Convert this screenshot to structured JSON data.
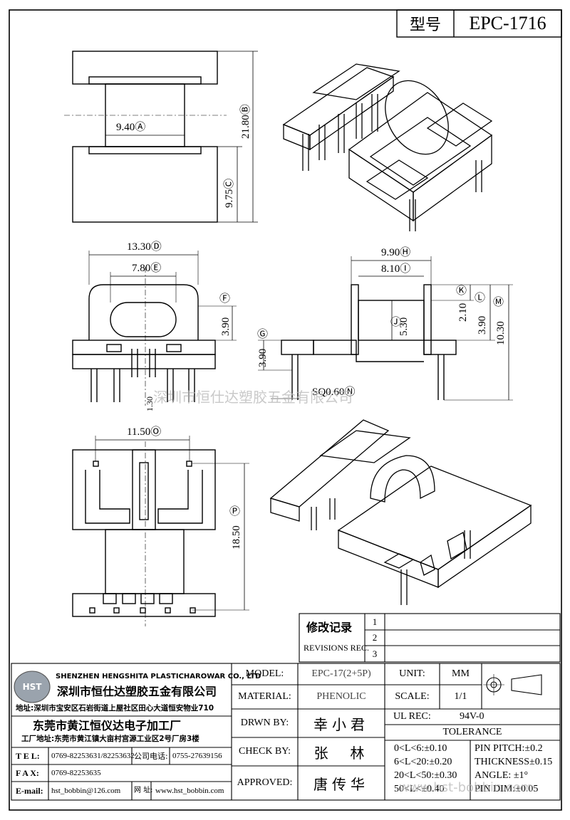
{
  "header": {
    "type_label": "型号",
    "model_code": "EPC-1716"
  },
  "dims": {
    "a": "9.40",
    "a_tag": "Ⓐ",
    "b": "21.80",
    "b_tag": "Ⓑ",
    "c": "9.75",
    "c_tag": "Ⓒ",
    "d": "13.30",
    "d_tag": "Ⓓ",
    "e": "7.80",
    "e_tag": "Ⓔ",
    "f_tag": "Ⓕ",
    "f": "3.90",
    "g_tag": "Ⓖ",
    "g": "3.90",
    "h": "9.90",
    "h_tag": "Ⓗ",
    "i": "8.10",
    "i_tag": "Ⓘ",
    "j_tag": "Ⓙ",
    "j": "5.30",
    "k_tag": "Ⓚ",
    "k": "2.10",
    "l_tag": "Ⓛ",
    "l": "3.90",
    "m_tag": "Ⓜ",
    "m": "10.30",
    "n": "SQ0.60",
    "n_tag": "Ⓝ",
    "o": "11.50",
    "o_tag": "Ⓞ",
    "p_tag": "Ⓟ",
    "p": "18.50",
    "small": "1.30"
  },
  "watermark": "深圳市恒仕达塑胶五金有限公司",
  "watermark2": "www.hst-bobbin.com",
  "revisions": {
    "title": "修改记录",
    "subtitle": "REVISIONS REC.",
    "rows": [
      "1",
      "2",
      "3"
    ]
  },
  "company": {
    "logo": "HST",
    "name_en": "SHENZHEN HENGSHITA PLASTICHAROWAR CO., LTD",
    "name_cn": "深圳市恒仕达塑胶五金有限公司",
    "address": "地址:深圳市宝安区石岩街道上屋社区田心大道恒安物业710",
    "factory": "东莞市黄江恒仪达电子加工厂",
    "factory_address": "工厂地址:东莞市黄江镇大亩村宫源工业区2号厂房3楼",
    "tel_label": "T E L:",
    "tel": "0769-82253631/82253632",
    "company_tel_label": "公司电话:",
    "company_tel": "0755-27639156",
    "fax_label": "F A X:",
    "fax": "0769-82253635",
    "email_label": "E-mail:",
    "email": "hst_bobbin@126.com",
    "web_label": "网  址:",
    "web": "www.hst_bobbin.com"
  },
  "specs": {
    "model_label": "MODEL:",
    "model": "EPC-17(2+5P)",
    "material_label": "MATERIAL:",
    "material": "PHENOLIC",
    "drawn_label": "DRWN  BY:",
    "drawn": "幸小君",
    "check_label": "CHECK  BY:",
    "check": "张  林",
    "approved_label": "APPROVED:",
    "approved": "唐传华",
    "unit_label": "UNIT:",
    "unit": "MM",
    "scale_label": "SCALE:",
    "scale": "1/1",
    "ul_label": "UL  REC:",
    "ul": "94V-0",
    "tolerance_label": "TOLERANCE",
    "tol": [
      "0<L<6:±0.10",
      "6<L<20:±0.20",
      "20<L<50:±0.30",
      "50<L<±0.40"
    ],
    "tol2": [
      "PIN  PITCH:±0.2",
      "THICKNESS±0.15",
      "ANGLE: ±1°",
      "PIN  DIM:±0.05"
    ]
  }
}
